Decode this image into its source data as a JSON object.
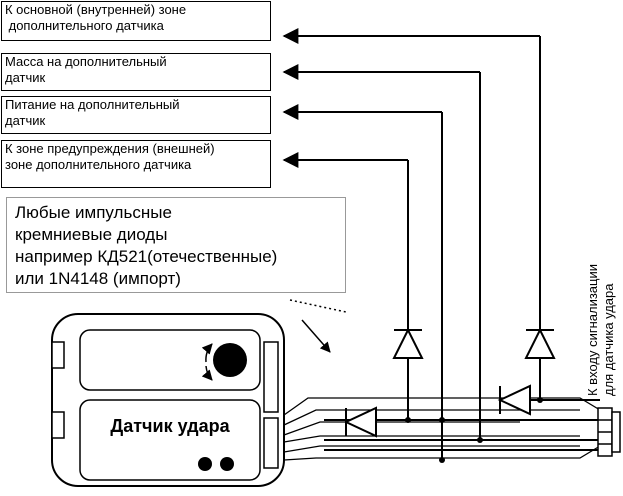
{
  "labels": {
    "inner_zone": "К основной (внутренней) зоне\n дополнительного датчика",
    "ground": "Масса на дополнительный\nдатчик",
    "power": "Питание на дополнительный\nдатчик",
    "outer_zone": "К зоне предупреждения (внешней)\nзоне дополнительного датчика"
  },
  "note": "Любые импульсные\nкремниевые диоды\nнапример КД521(отечественные)\nили 1N4148 (импорт)",
  "sensor_title": "Датчик удара",
  "alarm_input_label": "К входу сигнализации\nдля датчика удара"
}
